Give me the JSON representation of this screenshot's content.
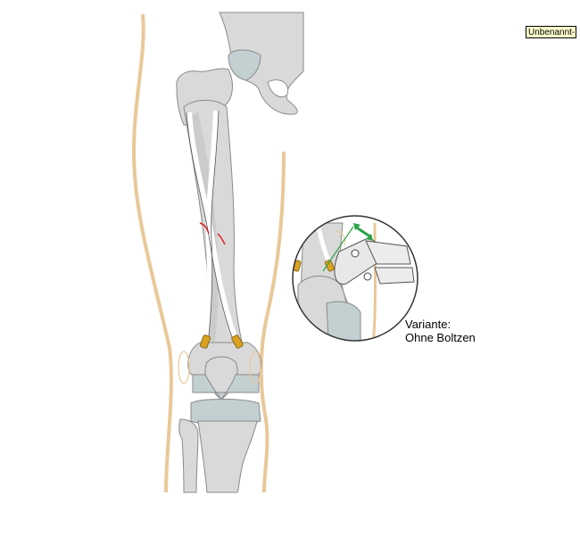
{
  "tag_label": "Unbenannt-",
  "variant": {
    "line1": "Variante:",
    "line2": "Ohne Boltzen"
  },
  "colors": {
    "skin_outline": "#e9c898",
    "bone_fill": "#d9d9d9",
    "bone_stroke": "#8a8a8a",
    "cartilage": "#c3d0d2",
    "nail_fill": "#ffffff",
    "nail_tip": "#d9a21e",
    "fracture": "#e02020",
    "arrow": "#2aa24a"
  }
}
